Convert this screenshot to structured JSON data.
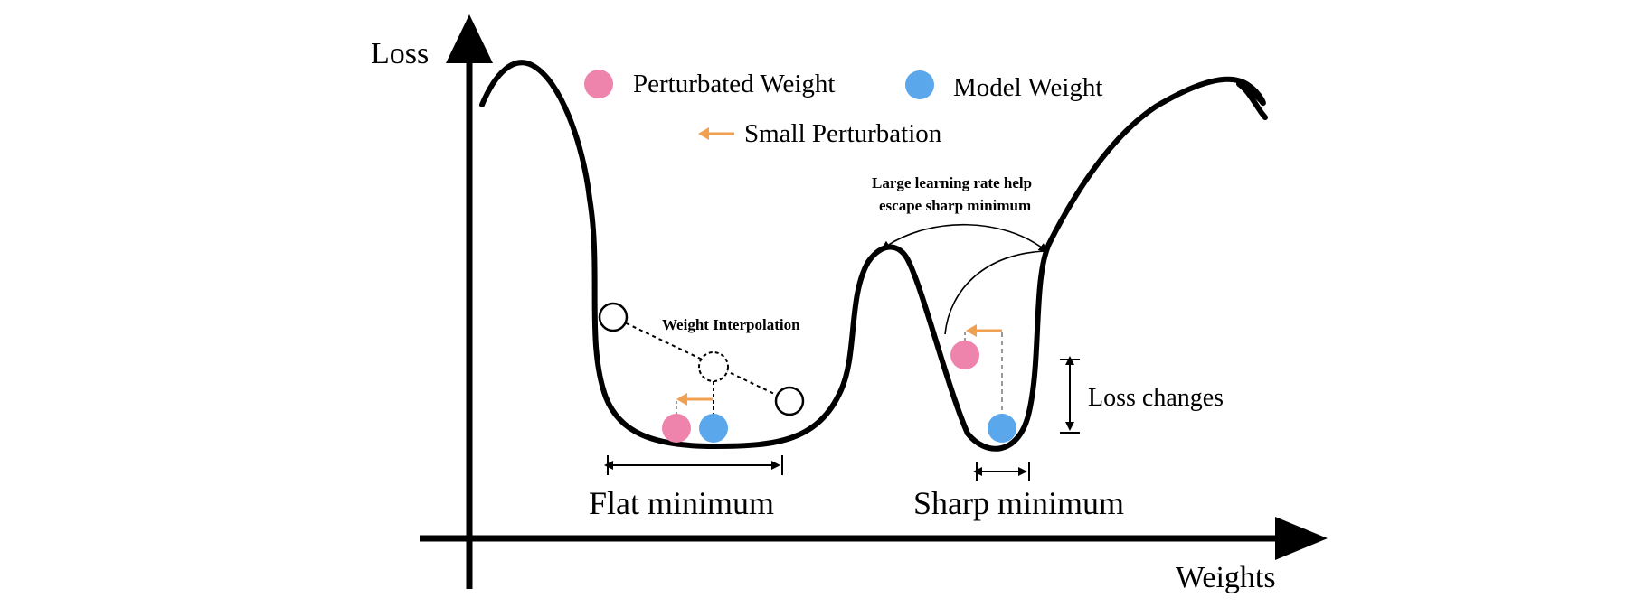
{
  "axes": {
    "y_label": "Loss",
    "x_label": "Weights"
  },
  "legend": {
    "perturbated_weight": "Perturbated Weight",
    "model_weight": "Model Weight",
    "small_perturbation": "Small Perturbation"
  },
  "annotations": {
    "weight_interpolation": "Weight Interpolation",
    "escape_line1": "Large learning rate help",
    "escape_line2": "escape sharp minimum",
    "loss_changes": "Loss changes",
    "flat_minimum": "Flat minimum",
    "sharp_minimum": "Sharp minimum"
  },
  "colors": {
    "perturbated": "#ee84ac",
    "model": "#5aa7ec",
    "arrow": "#f0a050",
    "ink": "#000000",
    "guide": "#999999"
  }
}
